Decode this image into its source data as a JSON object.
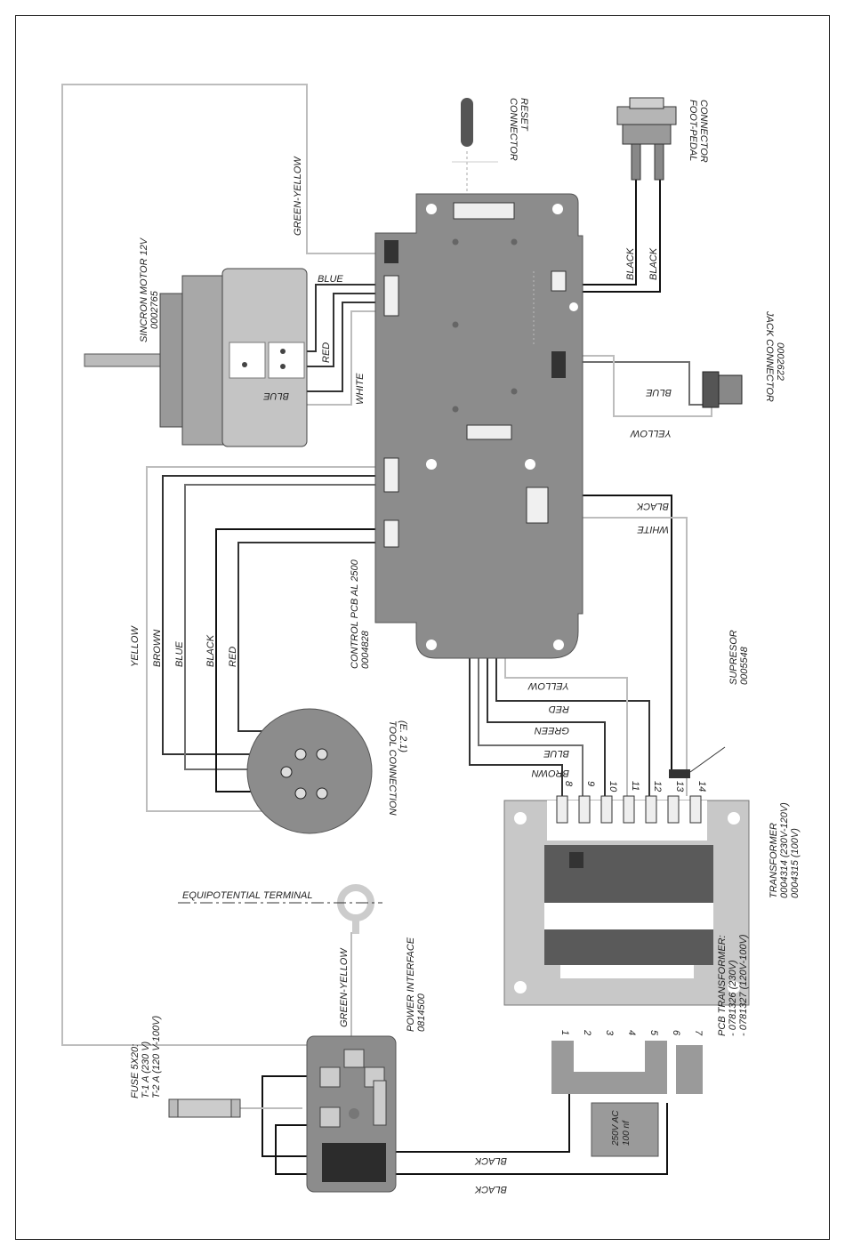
{
  "colors": {
    "pcb": "#8c8c8c",
    "wire_black": "#111111",
    "wire_grey": "#6e6e6e",
    "wire_light": "#bdbdbd"
  },
  "labels": {
    "green_yellow_top": "GREEN-YELLOW",
    "connector_reset_1": "CONNECTOR",
    "connector_reset_2": "RESET",
    "foot_pedal_1": "FOOT-PEDAL",
    "foot_pedal_2": "CONNECTOR",
    "motor_1": "SINCRON MOTOR 12V",
    "motor_2": "0002765",
    "blue_top": "BLUE",
    "red_motor": "RED",
    "white_motor": "WHITE",
    "blue_motor": "BLUE",
    "black_pedal_1": "BLACK",
    "black_pedal_2": "BLACK",
    "jack_1": "JACK CONNECTOR",
    "jack_2": "0002622",
    "blue_jack": "BLUE",
    "yellow_jack": "YELLOW",
    "black_sup": "BLACK",
    "white_sup": "WHITE",
    "pcb_1": "CONTROL PCB AL 2500",
    "pcb_2": "0004828",
    "w_yellow": "YELLOW",
    "w_brown": "BROWN",
    "w_blue": "BLUE",
    "w_black": "BLACK",
    "w_red": "RED",
    "t_yellow": "YELLOW",
    "t_red": "RED",
    "t_green": "GREEN",
    "t_blue": "BLUE",
    "t_brown": "BROWN",
    "supresor_1": "SUPRESOR",
    "supresor_2": "0005548",
    "tool_1": "TOOL CONNECTION",
    "tool_2": "(E. 2.1)",
    "equip": "EQUIPOTENTIAL TERMINAL",
    "green_yellow_bottom": "GREEN-YELLOW",
    "transformer_1": "TRANSFORMER",
    "transformer_2": "0004314 (230V-120V)",
    "transformer_3": "0004315 (100V)",
    "power_1": "POWER INTERFACE",
    "power_2": "0814500",
    "fuse_1": "FUSE 5X20:",
    "fuse_2": "T-1 A  (230 V)",
    "fuse_3": "T-2 A  (120 V-100V)",
    "pcbt_1": "PCB TRANSFORMER:",
    "pcbt_2": "- 0781326 (230V)",
    "pcbt_3": "- 0781327 (120V-100V)",
    "cap_1": "100 nf",
    "cap_2": "250V AC",
    "black_bot_1": "BLACK",
    "black_bot_2": "BLACK"
  },
  "terminals_top": [
    "8",
    "9",
    "10",
    "11",
    "12",
    "13",
    "14"
  ],
  "terminals_bottom": [
    "1",
    "2",
    "3",
    "4",
    "5",
    "6",
    "7"
  ]
}
